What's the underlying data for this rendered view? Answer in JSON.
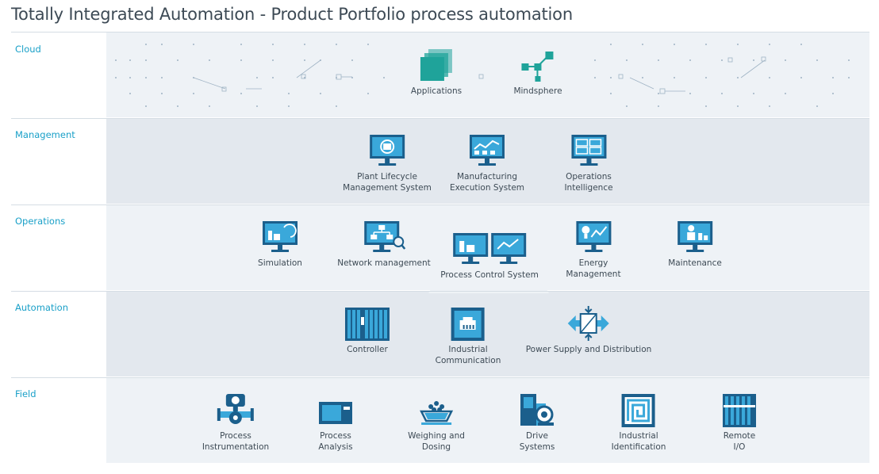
{
  "title": "Totally Integrated Automation - Product Portfolio process automation",
  "layers": {
    "cloud": {
      "label": "Cloud",
      "items": [
        {
          "label": "Applications",
          "icon": "applications-icon"
        },
        {
          "label": "Mindsphere",
          "icon": "mindsphere-icon"
        }
      ]
    },
    "management": {
      "label": "Management",
      "items": [
        {
          "label": "Plant Lifecycle\nManagement System",
          "icon": "plant-lifecycle-monitor-icon"
        },
        {
          "label": "Manufacturing\nExecution System",
          "icon": "manufacturing-monitor-icon"
        },
        {
          "label": "Operations\nIntelligence",
          "icon": "operations-intelligence-monitor-icon"
        }
      ]
    },
    "operations": {
      "label": "Operations",
      "items": [
        {
          "label": "Simulation",
          "icon": "simulation-monitor-icon"
        },
        {
          "label": "Network management",
          "icon": "network-management-monitor-icon"
        },
        {
          "label": "Process Control System",
          "icon": "process-control-monitors-icon"
        },
        {
          "label": "Energy\nManagement",
          "icon": "energy-management-monitor-icon"
        },
        {
          "label": "Maintenance",
          "icon": "maintenance-monitor-icon"
        }
      ]
    },
    "automation": {
      "label": "Automation",
      "items": [
        {
          "label": "Controller",
          "icon": "controller-icon"
        },
        {
          "label": "Industrial\nCommunication",
          "icon": "industrial-communication-icon"
        },
        {
          "label": "Power Supply and Distribution",
          "icon": "power-supply-icon"
        }
      ]
    },
    "field": {
      "label": "Field",
      "items": [
        {
          "label": "Process\nInstrumentation",
          "icon": "process-instrumentation-icon"
        },
        {
          "label": "Process\nAnalysis",
          "icon": "process-analysis-icon"
        },
        {
          "label": "Weighing and\nDosing",
          "icon": "weighing-dosing-icon"
        },
        {
          "label": "Drive\nSystems",
          "icon": "drive-systems-icon"
        },
        {
          "label": "Industrial\nIdentification",
          "icon": "industrial-identification-icon"
        },
        {
          "label": "Remote\nI/O",
          "icon": "remote-io-icon"
        }
      ]
    }
  },
  "colors": {
    "accent": "#1aa0c8",
    "icon_dark": "#1b5f8c",
    "icon_light": "#3aa8da",
    "teal": "#1fa39a",
    "text": "#3d4a55"
  }
}
